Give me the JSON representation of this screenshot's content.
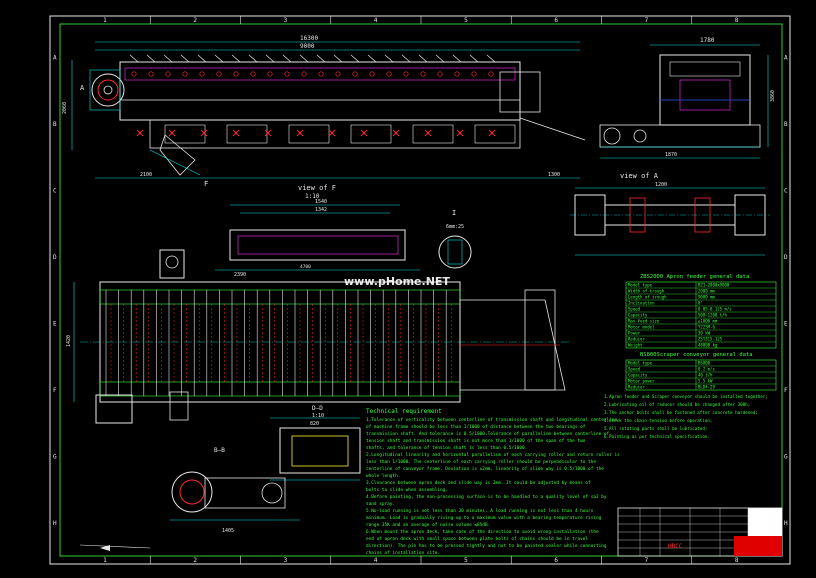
{
  "frame": {
    "columns": [
      "1",
      "2",
      "3",
      "4",
      "5",
      "6",
      "7",
      "8"
    ],
    "rows": [
      "A",
      "B",
      "C",
      "D",
      "E",
      "F",
      "G",
      "H"
    ]
  },
  "views": {
    "view_f_title": "view of F",
    "view_f_scale": "1:10",
    "view_a_title": "view of A",
    "section_dd_title": "D—D",
    "section_dd_scale": "1:10",
    "section_bb_title": "B—B",
    "detail_i_title": "I",
    "detail_i_scale": "6mm:25",
    "section_mark_a": "A",
    "section_mark_f": "F"
  },
  "dimensions": {
    "overall_length": "16300",
    "span_a": "9000",
    "top_right_width": "1780",
    "side_height": "2060",
    "side_height_right": "3860",
    "left_offset": "2100",
    "right_end": "1300",
    "f_width": "1540",
    "f_inner": "1342",
    "plan_width": "4700",
    "plan_left": "2390",
    "plan_height": "1420",
    "right_height": "1870",
    "a_width": "1200",
    "dd_width": "820",
    "bb_width": "1405"
  },
  "watermark": "www.pHome.NET",
  "apron_table": {
    "title": "ZBS2000 Apron feeder general data",
    "rows": [
      [
        "Model type",
        "BZ1-2000x9000"
      ],
      [
        "Width of trough",
        "2000 mm"
      ],
      [
        "Length of trough",
        "9000 mm"
      ],
      [
        "Inclination",
        "0°"
      ],
      [
        "Speed",
        "0.05-0.125 m/s"
      ],
      [
        "Capacity",
        "500-1200 t/h"
      ],
      [
        "Max feed size",
        "≤1000 mm"
      ],
      [
        "Motor model",
        "Y225M-6"
      ],
      [
        "Power",
        "30 kW"
      ],
      [
        "Reducer",
        "ZSY315-125"
      ],
      [
        "Weight",
        "48000 kg"
      ]
    ]
  },
  "scraper_table": {
    "title": "BS800Scraper conveyor general data",
    "rows": [
      [
        "Model type",
        "BS800"
      ],
      [
        "Speed",
        "0.2 m/s"
      ],
      [
        "Capacity",
        "40 t/h"
      ],
      [
        "Motor power",
        "5.5 kW"
      ],
      [
        "Reducer",
        "BLD4-29"
      ]
    ]
  },
  "notes_right": [
    "1.Apron feeder and Scraper conveyor should be installed together;",
    "2.Lubricating oil of reducer should be changed after 300h;",
    "3.The anchor bolts shall be fastened after concrete hardened;",
    "4.Check the chain tension before operation;",
    "5.All rotating parts shall be lubricated;",
    "6.Painting as per technical specification."
  ],
  "technical_requirement": {
    "title": "Technical requirement",
    "items": [
      "1.Tolerance of verticality between centerline of transmission shaft and longitudinal centerline",
      "of machine frame should be less than 1/1000 of distance between the two bearings of",
      "transmission shaft. And tolerance is 0.5/1000.Tolerance of parallelism between centerline of",
      "tension shaft and transmission shaft is not more than 1/1000 of the span of the two",
      "shafts, and tolerance of tension shaft is less than 0.5/1000.",
      "2.Longitudinal linearity and horizontal parallelism of each carrying roller and return roller is",
      "less than 1/1000. The centerline of each carrying roller should be perpendicular to the",
      "centerline of conveyor frame. Deviation is ±2mm, linearity of slide way is 0.5/1000 of the",
      "whole length.",
      "3.Clearance between apron deck and slide way is 2mm. It could be adjusted by means of",
      "bolts to slide when assembling.",
      "4.Before painting, the non-processing surface is to be handled to a quality level of sa2 by",
      "sand spray.",
      "5.No-load running is not less than 30 minutes. A load running is not less than 4 hours",
      "minimum. Load is gradually rising up to a maximum value with a bearing temperature rising",
      "range 35K and an average of noise volume ≤85dB.",
      "6.When mount the apron deck, take care of the direction to avoid wrong installation (the",
      "end of apron deck with small space between plate bolts of chains should be in travel",
      "direction). The pin has to be pressed tightly and not to be painted sealer while connecting",
      "chains of installation site."
    ]
  },
  "title_block": {
    "name_code": "HBCC"
  }
}
